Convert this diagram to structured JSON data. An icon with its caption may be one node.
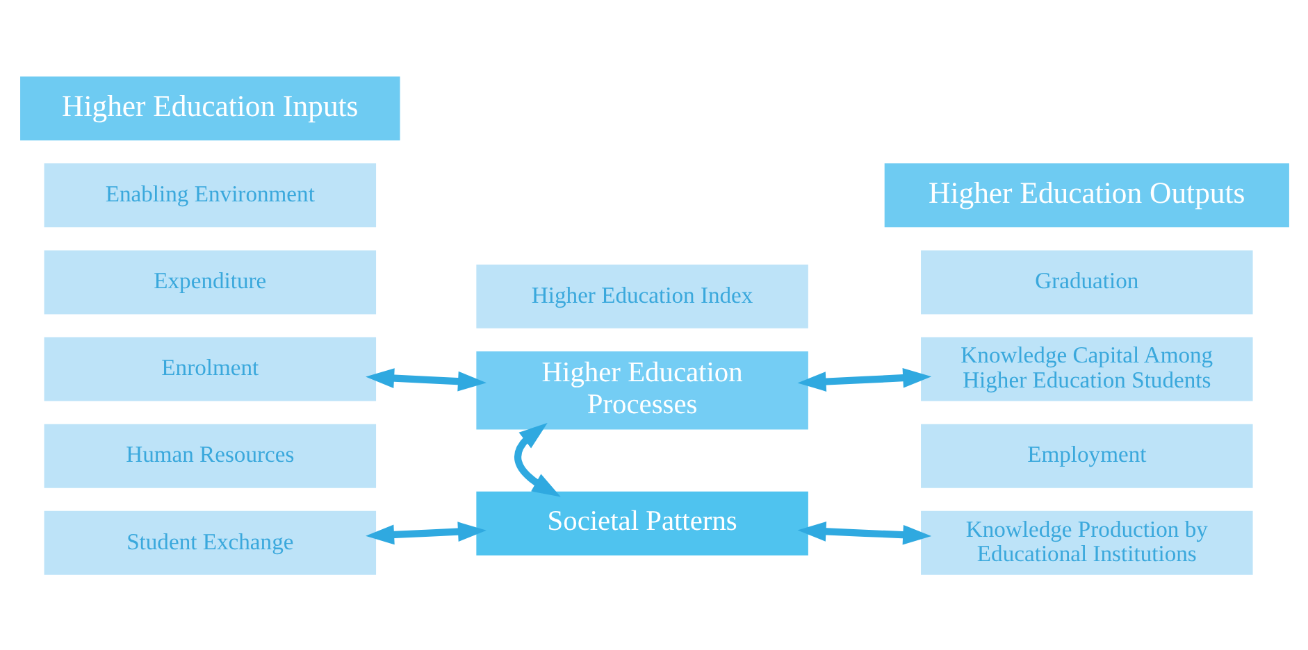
{
  "diagram": {
    "nodes": [
      {
        "text": [
          "Higher Education Index"
        ]
      },
      {
        "text": [
          "Higher Education Inputs"
        ]
      },
      {
        "text": [
          "Enabling Environment"
        ]
      },
      {
        "text": [
          "Expenditure"
        ]
      },
      {
        "text": [
          "Enrolment"
        ]
      },
      {
        "text": [
          "Human Resources"
        ]
      },
      {
        "text": [
          "Student Exchange"
        ]
      },
      {
        "text": [
          "Higher Education Processes"
        ]
      },
      {
        "text": [
          "Higher Education Outputs"
        ]
      },
      {
        "text": [
          "Graduation"
        ]
      },
      {
        "text": [
          "Knowledge Capital Among Higher Education Students"
        ]
      },
      {
        "text": [
          "Employment"
        ]
      },
      {
        "text": [
          "Knowledge Production by Educational Institutions"
        ]
      },
      {
        "text": [
          "Societal Patterns"
        ]
      }
    ],
    "edges": [
      {
        "from": 4,
        "to": 7,
        "arrow": "both"
      },
      {
        "from": 7,
        "to": 10,
        "arrow": "both"
      },
      {
        "from": 6,
        "to": 13,
        "arrow": "both"
      },
      {
        "from": 7,
        "to": 13,
        "arrow": "both"
      },
      {
        "from": 12,
        "to": 13,
        "arrow": "both"
      }
    ]
  }
}
